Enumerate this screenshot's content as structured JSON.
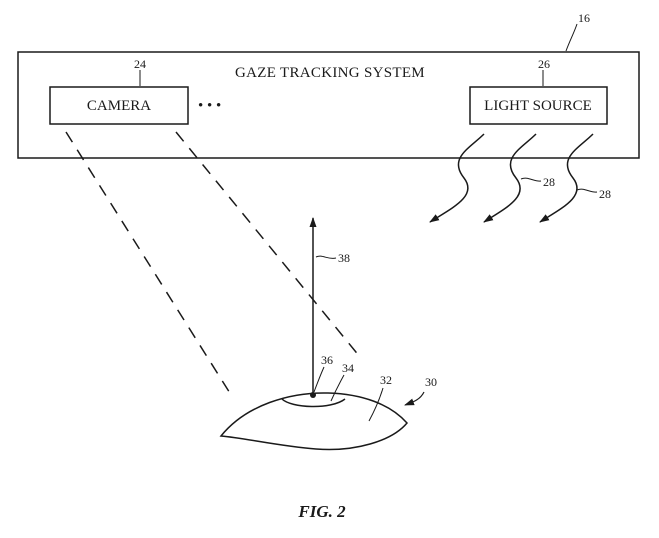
{
  "figure": {
    "caption": "FIG. 2",
    "system": {
      "title": "GAZE TRACKING SYSTEM",
      "ref": "16"
    },
    "camera": {
      "label": "CAMERA",
      "ref": "24"
    },
    "ellipsis": "• • •",
    "light_source": {
      "label": "LIGHT SOURCE",
      "ref": "26"
    },
    "light_rays": {
      "ref_1": "28",
      "ref_2": "28"
    },
    "gaze_vector": {
      "ref": "38"
    },
    "eye": {
      "ref": "30",
      "cornea_ref": "32",
      "pupil_ref": "34",
      "pupil_center_ref": "36"
    }
  }
}
